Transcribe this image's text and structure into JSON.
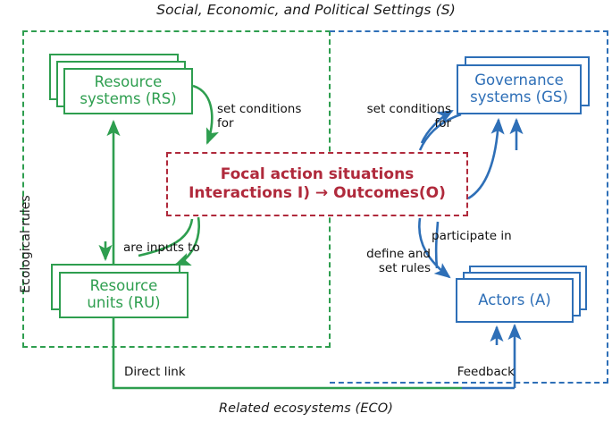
{
  "diagram": {
    "top_title": "Social, Economic, and Political Settings (S)",
    "bottom_title": "Related ecosystems (ECO)",
    "side_label": "Ecological rules",
    "colors": {
      "green": "#2e9e4f",
      "blue": "#2e6fb7",
      "red": "#b02a3c",
      "text": "#1a1a1a",
      "background": "#ffffff"
    },
    "boxes": [
      {
        "id": "resource-systems",
        "line1": "Resource",
        "line2": "systems (RS)",
        "color": "green",
        "layers": 3
      },
      {
        "id": "resource-units",
        "line1": "Resource",
        "line2": "units (RU)",
        "color": "green",
        "layers": 2
      },
      {
        "id": "governance-systems",
        "line1": "Governance",
        "line2": "systems (GS)",
        "color": "blue",
        "layers": 2
      },
      {
        "id": "actors",
        "line1": "Actors (A)",
        "line2": "",
        "color": "blue",
        "layers": 3
      }
    ],
    "focal": {
      "line1": "Focal action situations",
      "line2": "Interactions I) → Outcomes(O)",
      "color": "red"
    },
    "connector_labels": [
      {
        "id": "rs-to-focal",
        "text": "set conditions\nfor"
      },
      {
        "id": "gs-to-focal",
        "text": "set conditions\nfor"
      },
      {
        "id": "ru-to-rs",
        "text": "are inputs to"
      },
      {
        "id": "focal-to-actors",
        "text": "define and\nset rules"
      },
      {
        "id": "actors-to-focal",
        "text": "participate in"
      },
      {
        "id": "direct-link",
        "text": "Direct link"
      },
      {
        "id": "feedback",
        "text": "Feedback"
      }
    ]
  }
}
